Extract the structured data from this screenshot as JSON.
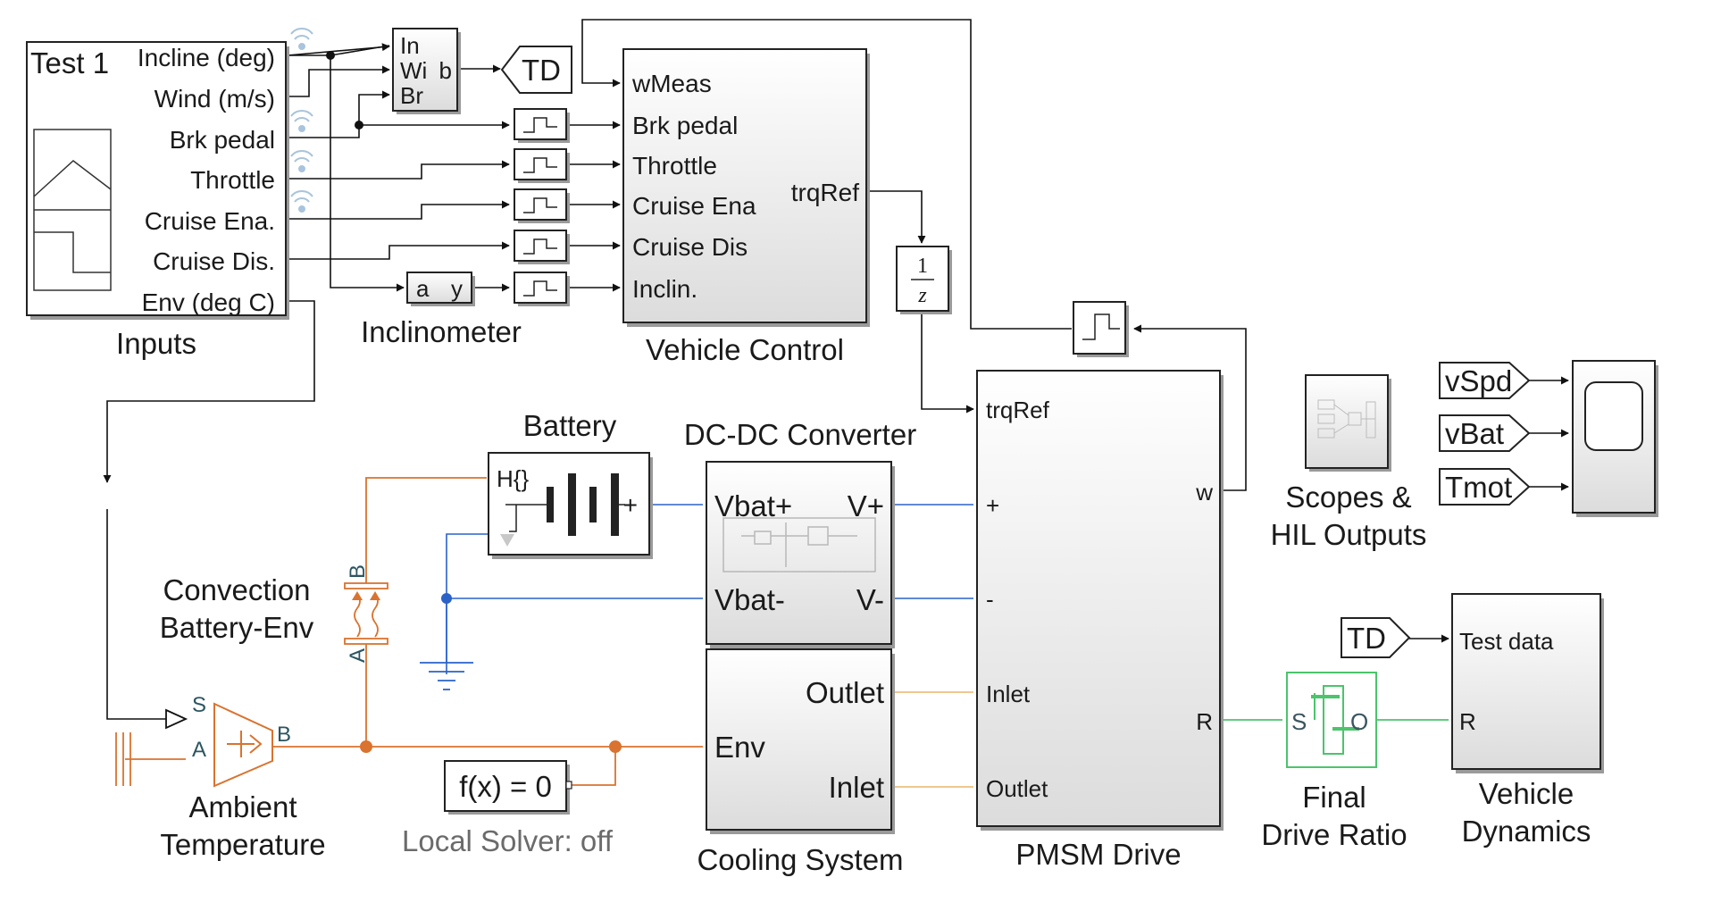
{
  "inputs": {
    "block_text": "Test 1",
    "ports": [
      "Incline (deg)",
      "Wind (m/s)",
      "Brk pedal",
      "Throttle",
      "Cruise Ena.",
      "Cruise Dis.",
      "Env (deg C)"
    ],
    "label": "Inputs"
  },
  "mux": {
    "ports": [
      "In",
      "Wi",
      "Br"
    ],
    "out": "b"
  },
  "goto_td": "TD",
  "inclinometer": {
    "in": "a",
    "out": "y",
    "label": "Inclinometer"
  },
  "vehicle_control": {
    "ports_in": [
      "wMeas",
      "Brk pedal",
      "Throttle",
      "Cruise Ena",
      "Cruise Dis",
      "Inclin."
    ],
    "port_out": "trqRef",
    "label": "Vehicle Control"
  },
  "unit_delay": {
    "num": "1",
    "den": "z"
  },
  "pmsm": {
    "ports_left": [
      "trqRef",
      "+",
      "-",
      "Inlet",
      "Outlet"
    ],
    "ports_right": [
      "w",
      "R"
    ],
    "label": "PMSM Drive"
  },
  "battery": {
    "label": "Battery",
    "plus": "+"
  },
  "dcdc": {
    "label": "DC-DC Converter",
    "ports": [
      "Vbat+",
      "V+",
      "Vbat-",
      "V-"
    ]
  },
  "convection": {
    "label_line1": "Convection",
    "label_line2": "Battery-Env",
    "port_b": "B",
    "port_a": "A"
  },
  "ambient": {
    "label_line1": "Ambient",
    "label_line2": "Temperature",
    "port_s": "S",
    "port_a": "A",
    "port_b": "B"
  },
  "solver": {
    "text": "f(x) = 0",
    "label": "Local Solver: off"
  },
  "cooling": {
    "label": "Cooling System",
    "ports": [
      "Outlet",
      "Env",
      "Inlet"
    ]
  },
  "scopes": {
    "label_line1": "Scopes &",
    "label_line2": "HIL Outputs"
  },
  "scope_signals": [
    "vSpd",
    "vBat",
    "Tmot"
  ],
  "final_drive": {
    "label_line1": "Final",
    "label_line2": "Drive Ratio",
    "port_s": "S",
    "port_o": "O"
  },
  "vehicle_dynamics": {
    "label_line1": "Vehicle",
    "label_line2": "Dynamics",
    "ports": [
      "Test data",
      "R"
    ]
  },
  "from_td": "TD",
  "colors": {
    "signal": "#111111",
    "electrical": "#2a62c8",
    "thermal": "#d9732f",
    "coolant": "#e8b66a",
    "mechanical": "#4bc46b",
    "wireless_icon": "#a9c4dc"
  }
}
